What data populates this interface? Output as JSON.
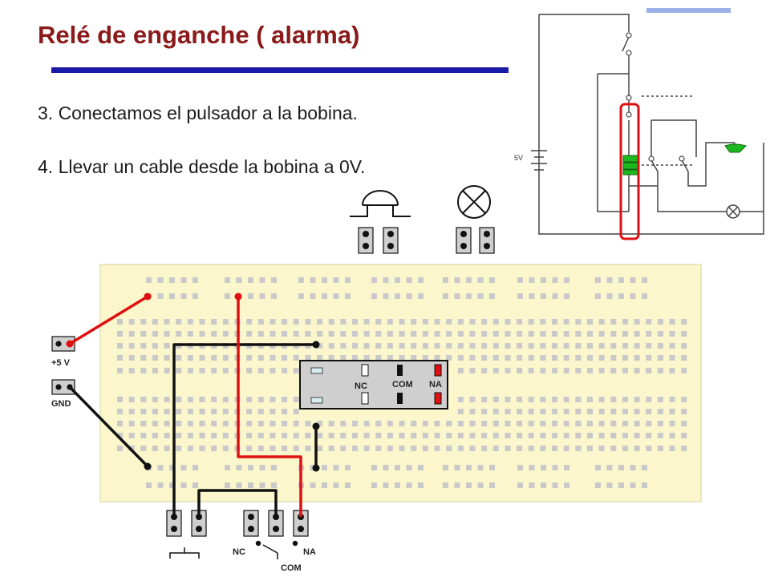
{
  "slide": {
    "title": "Relé de enganche ( alarma)",
    "steps": [
      "3. Conectamos el pulsador a la bobina.",
      "4. Llevar un cable desde la bobina a 0V."
    ]
  },
  "board": {
    "power_label": "+5 V",
    "ground_label": "GND"
  },
  "relay": {
    "nc_label": "NC",
    "com_label": "COM",
    "na_label": "NA"
  },
  "switch_symbol": {
    "nc_label": "NC",
    "na_label": "NA",
    "com_label": "COM"
  },
  "schematic": {
    "battery_label": "5V"
  },
  "colors": {
    "title": "#8b1a1a",
    "rule": "#1a1aa8",
    "wire_red": "#e01010",
    "wire_black": "#111111",
    "board": "#fbf6cc",
    "buzzer_green": "#1db81d"
  },
  "icons": [
    "buzzer-icon",
    "lamp-icon",
    "pushbutton-icon",
    "switch-icon",
    "battery-icon"
  ]
}
